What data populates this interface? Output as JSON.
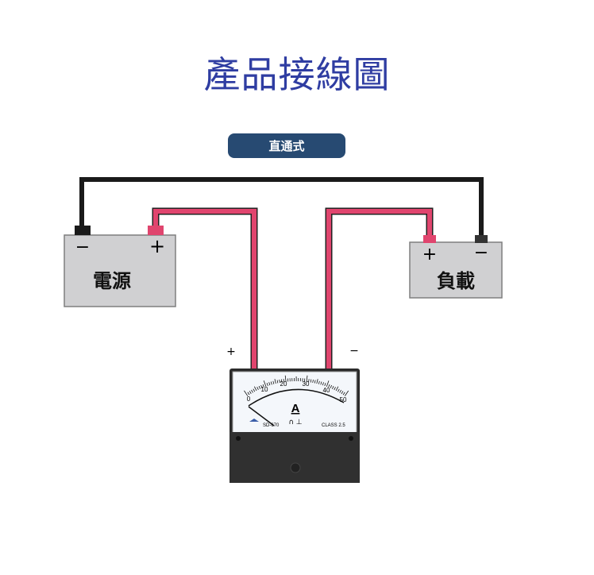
{
  "title": "產品接線圖",
  "mode_label": "直通式",
  "source": {
    "label": "電源",
    "minus": "−",
    "plus": "+"
  },
  "load": {
    "label": "負載",
    "plus": "+",
    "minus": "−"
  },
  "meter": {
    "plus_label": "+",
    "minus_label": "−",
    "unit": "A",
    "scale_ticks": [
      "0",
      "10",
      "20",
      "30",
      "40",
      "50"
    ],
    "model": "SD-670",
    "class_text": "CLASS 2.5",
    "symbols": "∩ ⊥"
  },
  "colors": {
    "title": "#2f3da2",
    "pill": "#274a72",
    "wire_pos": "#e0456e",
    "wire_neg": "#1a1a1a",
    "box": "#d0d0d2"
  }
}
